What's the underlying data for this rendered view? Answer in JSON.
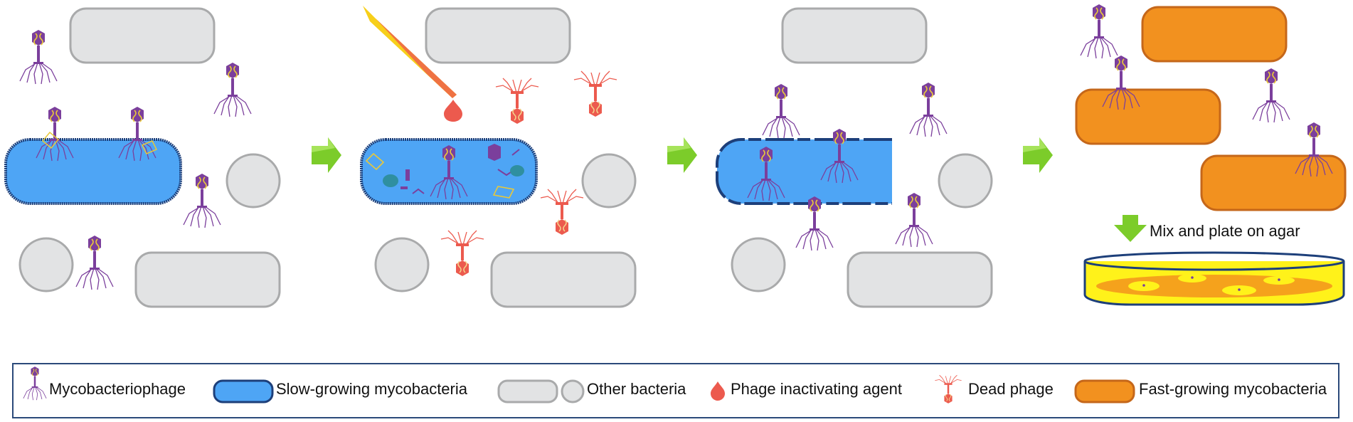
{
  "mix_label": "Mix and plate on agar",
  "legend": {
    "phage": "Mycobacteriophage",
    "slow": "Slow-growing mycobacteria",
    "other": "Other bacteria",
    "agent": "Phage inactivating agent",
    "dead": "Dead phage",
    "fast": "Fast-growing mycobacteria"
  },
  "colors": {
    "slow_fill": "#4ea5f5",
    "slow_border": "#1d3f7a",
    "other_fill": "#e2e3e4",
    "other_border": "#a9aaab",
    "fast_fill": "#f2911f",
    "fast_border": "#c5671a",
    "phage": "#7b3f9c",
    "dead_phage": "#ec5a4e",
    "arrow": "#7ccc2a",
    "pipette": "#f7cf1a",
    "agar": "#f5a21c",
    "plate_base": "#fff21a",
    "plate_rim": "#1d3f7a"
  },
  "icons": [
    "phage-icon",
    "dead-phage-icon",
    "pipette-icon",
    "drop-icon",
    "arrow-right-icon",
    "arrow-down-icon",
    "petri-dish-icon"
  ]
}
